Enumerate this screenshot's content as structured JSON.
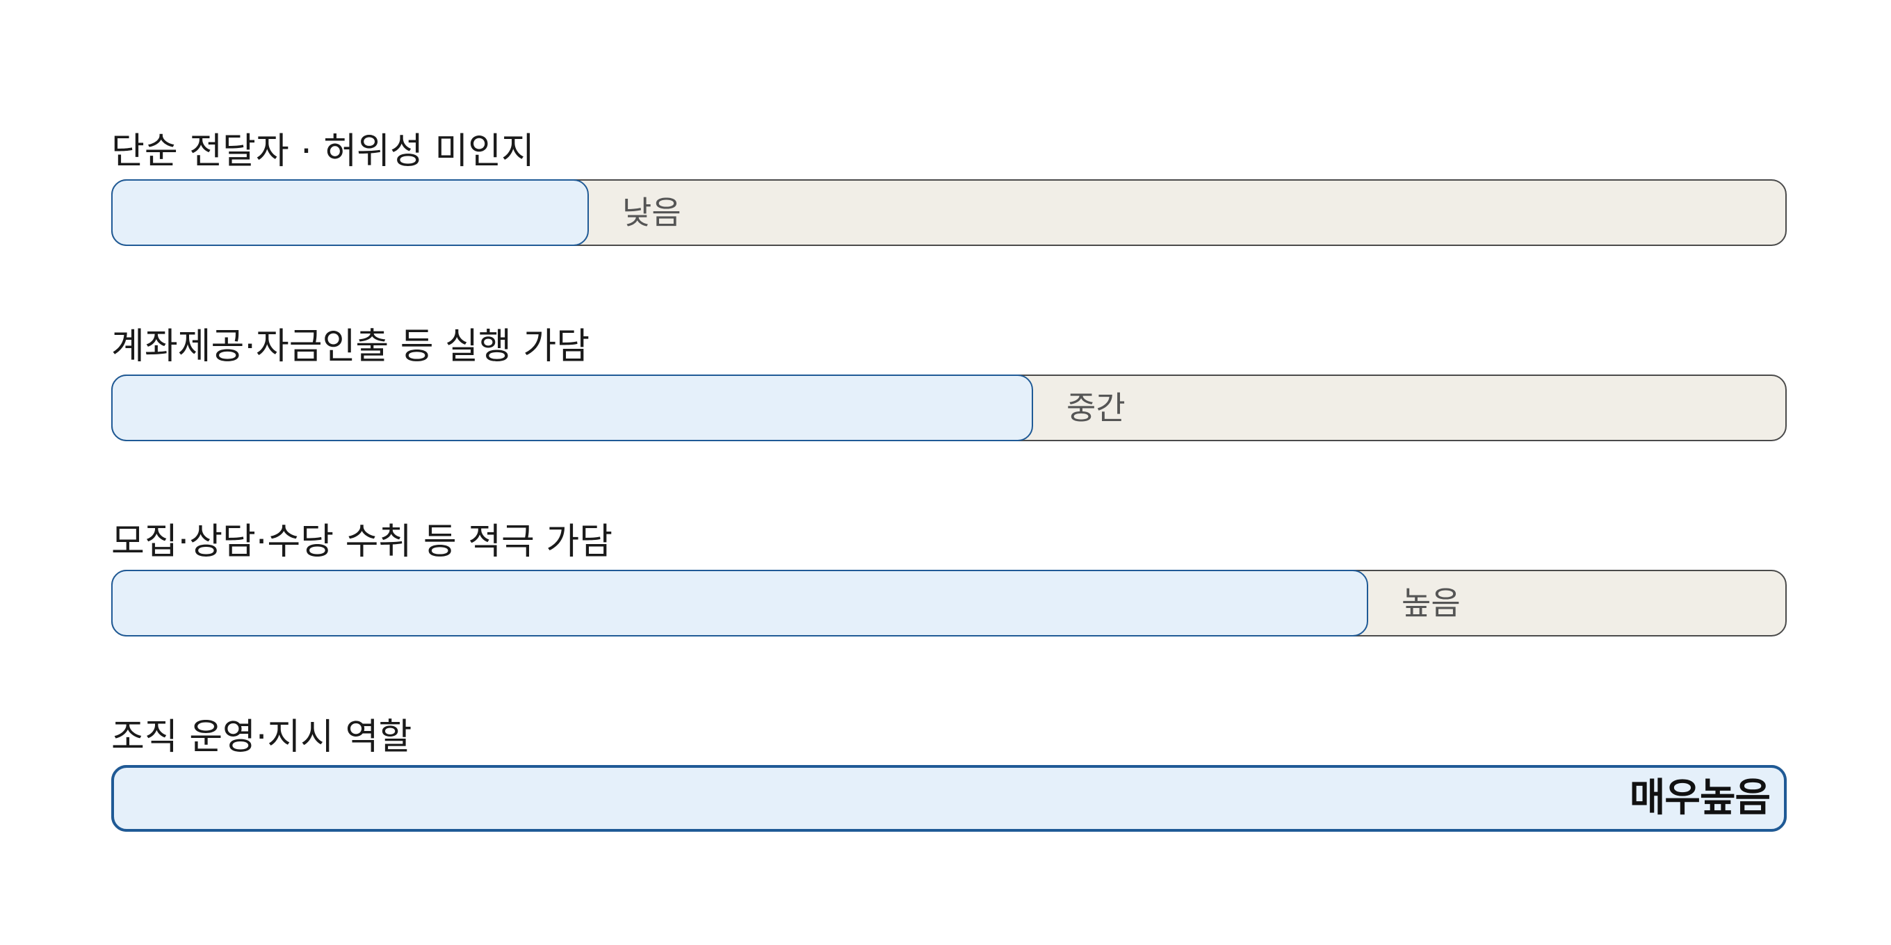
{
  "chart_data": {
    "type": "bar",
    "orientation": "horizontal",
    "scale_max": 1.0,
    "categories": [
      "단순 전달자 · 허위성 미인지",
      "계좌제공·자금인출 등 실행 가담",
      "모집·상담·수당 수취 등 적극 가담",
      "조직 운영·지시 역할"
    ],
    "values": [
      0.285,
      0.55,
      0.75,
      1.0
    ],
    "value_labels": [
      "낮음",
      "중간",
      "높음",
      "매우높음"
    ],
    "colors": {
      "fill": "#e5f0fa",
      "fill_border": "#1f5a96",
      "track": "#f1eee7",
      "track_border": "#4a4a4a"
    }
  }
}
